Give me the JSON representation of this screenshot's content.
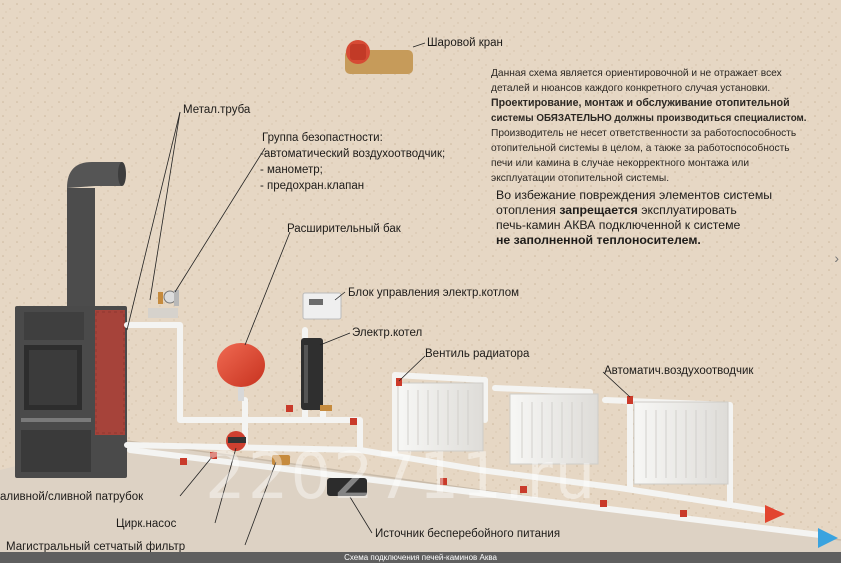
{
  "labels": {
    "ball_valve": "Шаровой кран",
    "metal_pipe": "Метал.труба",
    "safety_group_title": "Группа безопастности:",
    "safety_group_items": [
      "-автоматический воздухоотводчик;",
      "- манометр;",
      "- предохран.клапан"
    ],
    "expansion_tank": "Расширительный бак",
    "control_unit": "Блок управления электр.котлом",
    "electric_boiler": "Электр.котел",
    "radiator_valve": "Вентиль радиатора",
    "air_vent": "Автоматич.воздухоотводчик",
    "fill_drain": "аливной/сливной патрубок",
    "circ_pump": "Цирк.насос",
    "mesh_filter": "Магистральный сетчатый фильтр",
    "ups": "Источник бесперебойного питания"
  },
  "notes": {
    "line1": "Данная схема является ориентировочной и не отражает всех",
    "line2": "деталей и нюансов каждого конкретного случая установки.",
    "line3": "Проектирование, монтаж и обслуживание отопительной",
    "line4": "системы ОБЯЗАТЕЛЬНО должны производиться специалистом.",
    "line5": "Производитель не несет ответственности за работоспособность",
    "line6": "отопительной системы в целом, а также за работоспособность",
    "line7": "печи или камина в случае некорректного монтажа или",
    "line8": "эксплуатации отопительной системы."
  },
  "warning": {
    "line1": "Во избежание повреждения элементов системы",
    "line2_a": "отопления ",
    "line2_b": "запрещается",
    "line2_c": " эксплуатировать",
    "line3": "печь-камин АКВА подключенной к системе",
    "line4": "не заполненной теплоносителем."
  },
  "watermark": "2202711.ru",
  "caption": "Схема подключения печей-каминов Аква",
  "nav_arrow": "›",
  "colors": {
    "wall": "#e6d7c4",
    "floor": "#ddd2c4",
    "stove": "#4a4a4a",
    "brick": "#a6433a",
    "pipe": "#f4f4f2",
    "tank": "#e0432f",
    "hot_arrow": "#e2452f",
    "cold_arrow": "#3aa3df"
  }
}
